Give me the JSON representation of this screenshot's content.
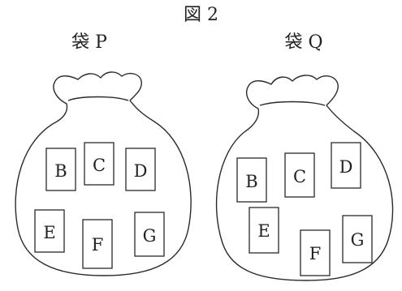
{
  "figure_title": "図 2",
  "bags": [
    {
      "name": "袋 P",
      "cards": [
        {
          "letter": "B"
        },
        {
          "letter": "C"
        },
        {
          "letter": "D"
        },
        {
          "letter": "E"
        },
        {
          "letter": "F"
        },
        {
          "letter": "G"
        }
      ]
    },
    {
      "name": "袋 Q",
      "cards": [
        {
          "letter": "B"
        },
        {
          "letter": "C"
        },
        {
          "letter": "D"
        },
        {
          "letter": "E"
        },
        {
          "letter": "F"
        },
        {
          "letter": "G"
        }
      ]
    }
  ],
  "colors": {
    "stroke": "#2a2a2a",
    "background": "#ffffff"
  }
}
